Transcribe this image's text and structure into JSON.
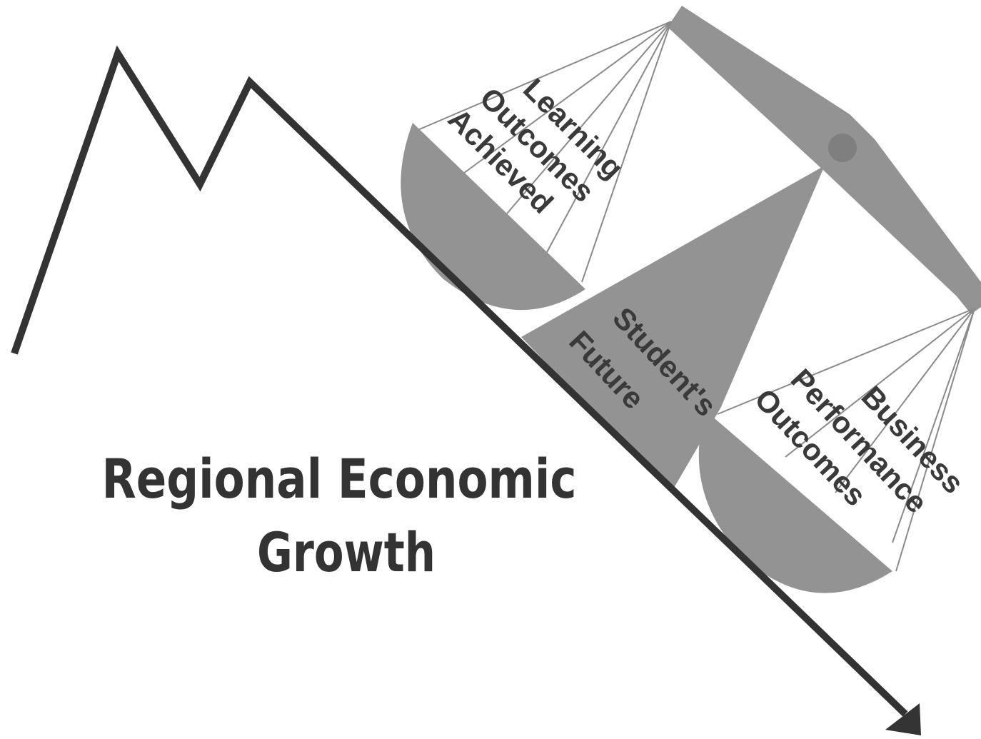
{
  "title": {
    "line1": "Regional Economic",
    "line2": "Growth"
  },
  "left_pan_label": {
    "line1": "Learning",
    "line2": "Outcomes",
    "line3": "Achieved"
  },
  "center_label": {
    "line1": "Student's",
    "line2": "Future"
  },
  "right_pan_label": {
    "line1": "Business",
    "line2": "Performance",
    "line3": "Outcomes"
  },
  "colors": {
    "background": "#ffffff",
    "scale_gray": "#939393",
    "pivot_gray": "#7a7a7a",
    "line_dark": "#333333",
    "string_gray": "#8a8a8a",
    "text_dark": "#3a3a3a"
  }
}
